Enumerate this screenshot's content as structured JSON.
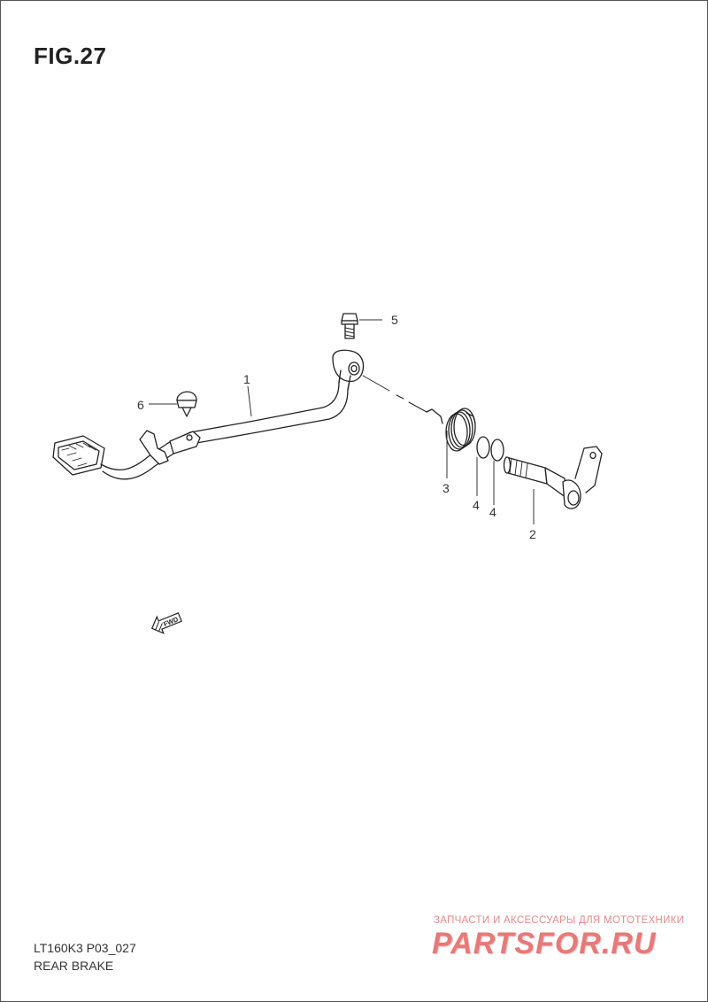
{
  "figure": {
    "title": "FIG.27"
  },
  "callouts": [
    {
      "id": "callout-1",
      "label": "1",
      "part": "brake-pedal"
    },
    {
      "id": "callout-2",
      "label": "2",
      "part": "brake-shaft"
    },
    {
      "id": "callout-3",
      "label": "3",
      "part": "return-spring"
    },
    {
      "id": "callout-4a",
      "label": "4",
      "part": "o-ring"
    },
    {
      "id": "callout-4b",
      "label": "4",
      "part": "o-ring"
    },
    {
      "id": "callout-5",
      "label": "5",
      "part": "bolt"
    },
    {
      "id": "callout-6",
      "label": "6",
      "part": "rubber-stopper"
    }
  ],
  "direction_marker": {
    "label": "FWD",
    "icon": "forward-arrow-icon"
  },
  "footer": {
    "model_code": "LT160K3 P03_027",
    "section_title": "REAR BRAKE"
  },
  "watermark": {
    "tagline": "ЗАПЧАСТИ И АКСЕССУАРЫ ДЛЯ МОТОТЕХНИКИ",
    "logo": "PARTSFOR.RU",
    "color": "#e57a78"
  }
}
